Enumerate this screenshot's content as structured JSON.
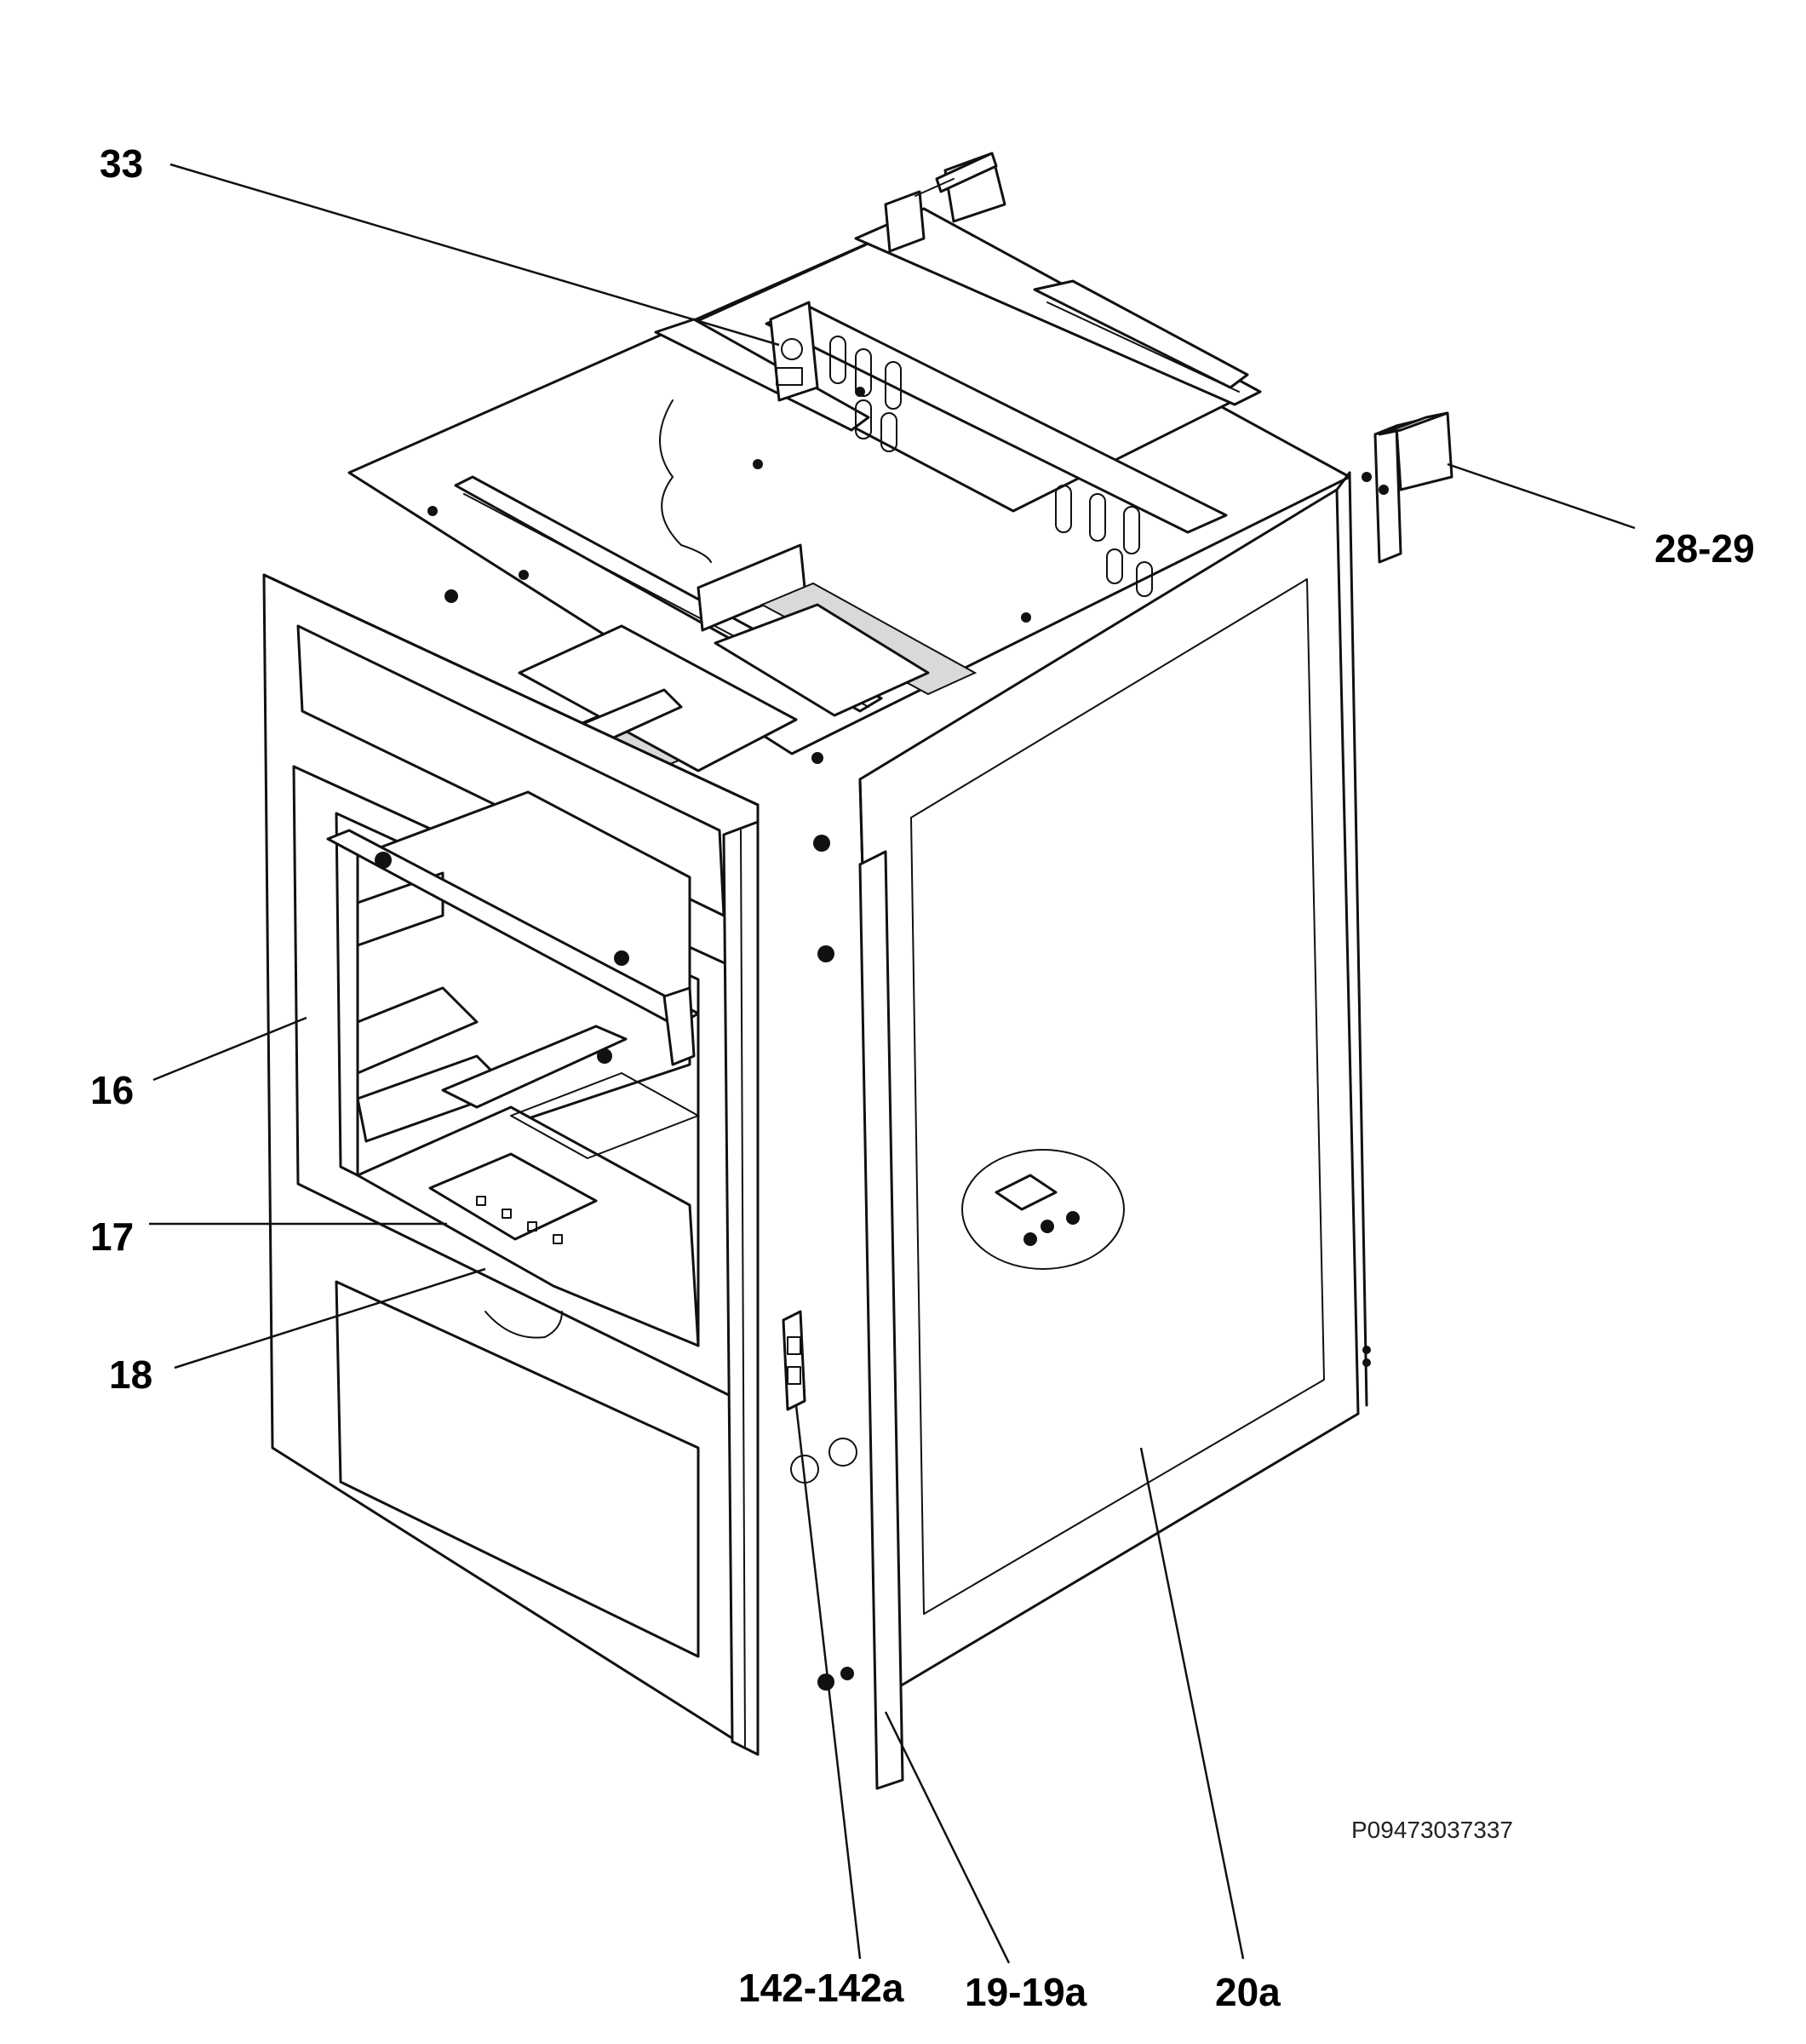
{
  "drawing": {
    "code": "P09473037337",
    "callouts": [
      {
        "id": "c33",
        "text": "33"
      },
      {
        "id": "c2829",
        "text": "28-29"
      },
      {
        "id": "c16",
        "text": "16"
      },
      {
        "id": "c17",
        "text": "17"
      },
      {
        "id": "c18",
        "text": "18"
      },
      {
        "id": "c142",
        "text": "142-142a"
      },
      {
        "id": "c19",
        "text": "19-19a"
      },
      {
        "id": "c20a",
        "text": "20a"
      }
    ]
  }
}
